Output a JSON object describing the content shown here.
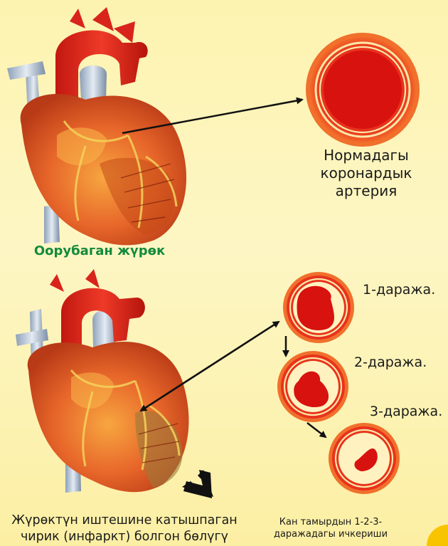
{
  "top_text": "",
  "captions": {
    "normal_artery": [
      "Нормадагы",
      "коронардык",
      "артерия"
    ],
    "diseased_heart": "Оорубаган жүрөк",
    "degree_1": "1-даража.",
    "degree_2": "2-даража.",
    "degree_3": "3-даража.",
    "infarct": [
      "Жүрөктүн иштешине катышпаган",
      "чирик (инфаркт) болгон бөлүгү"
    ],
    "vessel": [
      "Кан тамырдын 1-2-3-",
      "даражадагы ичкериши"
    ]
  },
  "colors": {
    "background": "#fdf3b0",
    "heart": "#e0602a",
    "artery_wall": "#e8321c",
    "lumen": "#d8120f",
    "plaque": "#fff2c0",
    "caption_green": "#138a3c",
    "arrow": "#111111"
  }
}
